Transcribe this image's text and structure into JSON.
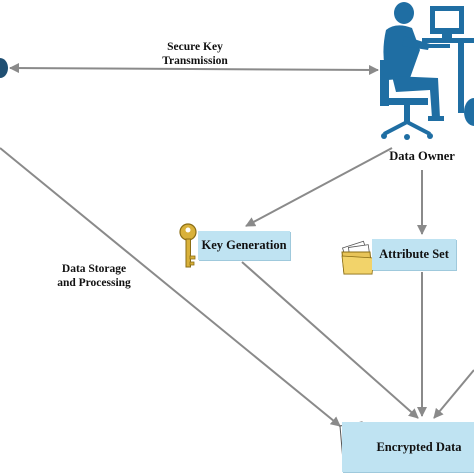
{
  "edges": {
    "secure_key": [
      "Secure Key",
      "Transmission"
    ],
    "data_storage": [
      "Data Storage",
      "and Processing"
    ]
  },
  "nodes": {
    "data_owner": "Data Owner",
    "key_generation": "Key Generation",
    "attribute_set": "Attribute Set",
    "encrypted_data": "Encrypted Data"
  },
  "icons": {
    "data_owner": "person-at-computer-icon",
    "key_generation": "key-icon",
    "attribute_set": "folder-icon",
    "encrypted_data": "binary-document-key-icon"
  },
  "colors": {
    "box_fill": "#bfe3f2",
    "figure": "#1f6ea3",
    "key": "#d9b13a",
    "arrow": "#8a8a8a"
  }
}
